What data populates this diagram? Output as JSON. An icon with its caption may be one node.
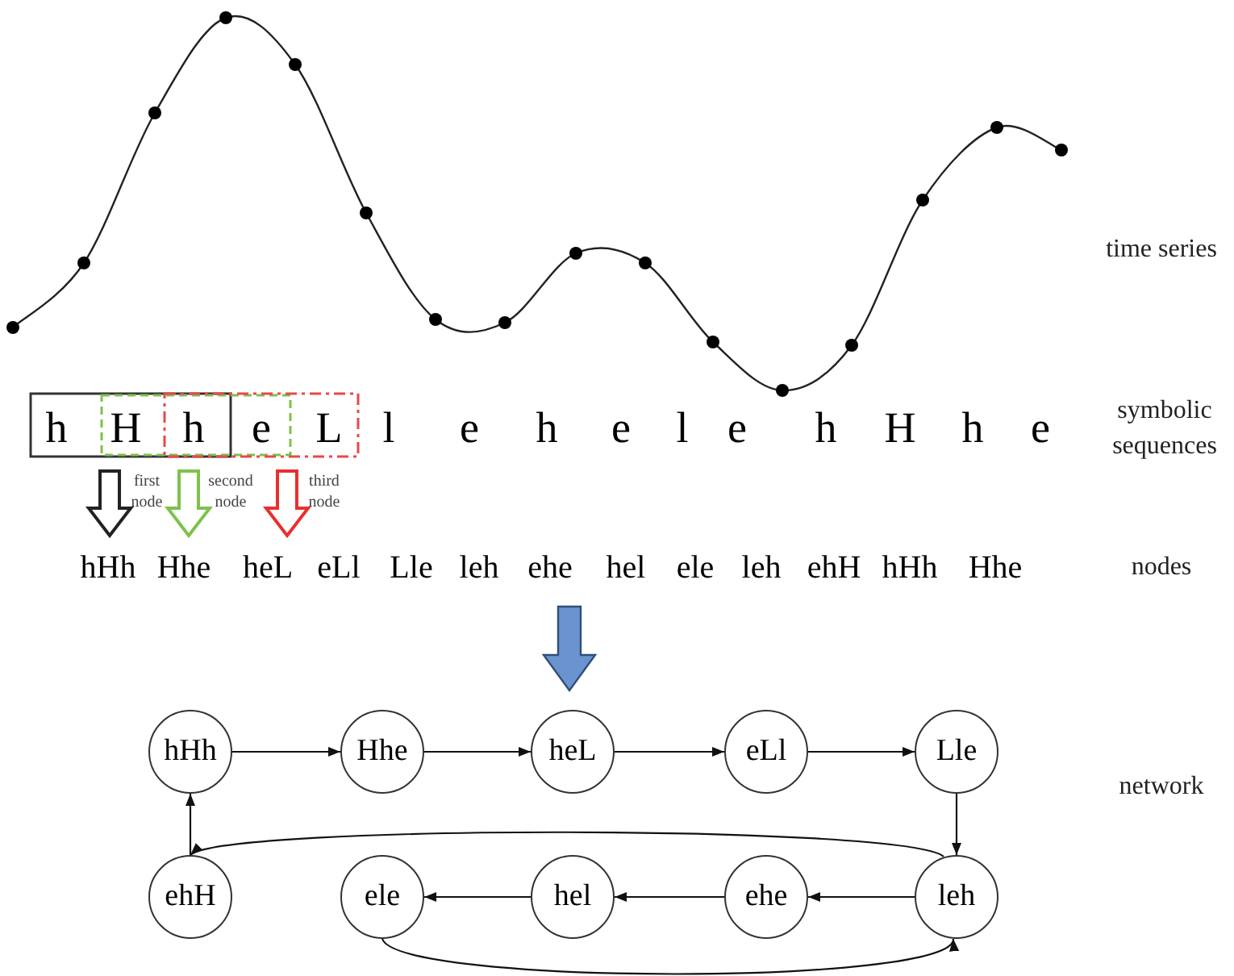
{
  "diagram": {
    "nodes": [
      {
        "text": [
          "hHh"
        ]
      },
      {
        "text": [
          "Hhe"
        ]
      },
      {
        "text": [
          "heL"
        ]
      },
      {
        "text": [
          "eLl"
        ]
      },
      {
        "text": [
          "Lle"
        ]
      },
      {
        "text": [
          "ehH"
        ]
      },
      {
        "text": [
          "ele"
        ]
      },
      {
        "text": [
          "hel"
        ]
      },
      {
        "text": [
          "ehe"
        ]
      },
      {
        "text": [
          "leh"
        ]
      }
    ],
    "edges": [
      {
        "from": 0,
        "to": 1,
        "arrow": "to"
      },
      {
        "from": 1,
        "to": 2,
        "arrow": "to"
      },
      {
        "from": 2,
        "to": 3,
        "arrow": "to"
      },
      {
        "from": 3,
        "to": 4,
        "arrow": "to"
      },
      {
        "from": 4,
        "to": 9,
        "arrow": "to"
      },
      {
        "from": 9,
        "to": 8,
        "arrow": "to"
      },
      {
        "from": 8,
        "to": 7,
        "arrow": "to"
      },
      {
        "from": 7,
        "to": 6,
        "arrow": "to"
      },
      {
        "from": 6,
        "to": 9,
        "arrow": "to"
      },
      {
        "from": 9,
        "to": 5,
        "arrow": "to"
      },
      {
        "from": 5,
        "to": 0,
        "arrow": "to"
      }
    ],
    "labels": [
      "time series",
      "h",
      "H",
      "h",
      "e",
      "L",
      "l",
      "e",
      "h",
      "e",
      "l",
      "e",
      "h",
      "H",
      "h",
      "e",
      "symbolic sequences",
      "first node",
      "second node",
      "third node",
      "hHh",
      "Hhe",
      "heL",
      "eLl",
      "Lle",
      "leh",
      "ehe",
      "hel",
      "ele",
      "leh",
      "ehH",
      "hHh",
      "Hhe",
      "nodes",
      "network"
    ]
  }
}
